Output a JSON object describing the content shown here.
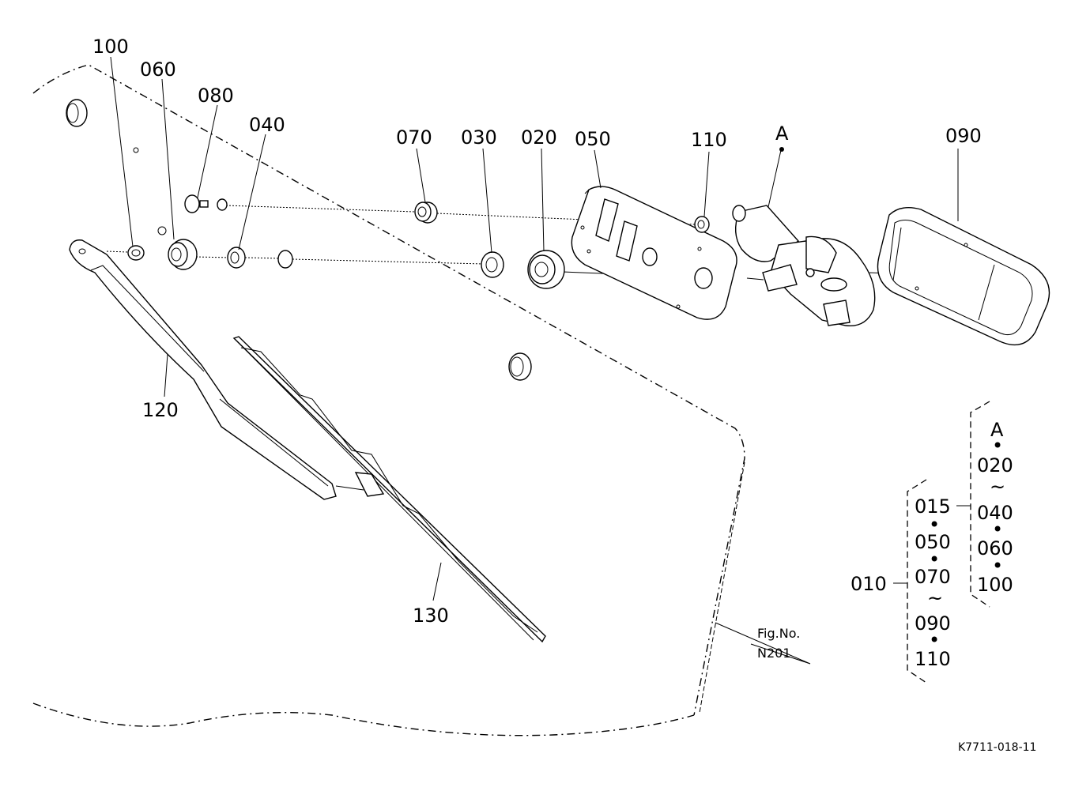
{
  "callouts": {
    "p100": "100",
    "p060": "060",
    "p080": "080",
    "p040": "040",
    "p070": "070",
    "p030": "030",
    "p020": "020",
    "p050": "050",
    "p110": "110",
    "pA": "A",
    "p090": "090",
    "p120": "120",
    "p130": "130"
  },
  "figure_ref": {
    "line1": "Fig.No.",
    "line2": "N201"
  },
  "assembly_group": {
    "main": "010",
    "outer_items": [
      "015",
      "050",
      "070",
      "090",
      "110"
    ],
    "inner_items": [
      "A",
      "020",
      "040",
      "060",
      "100"
    ],
    "range_symbol": "~",
    "separator": "•"
  },
  "drawing_code": "K7711-018-11"
}
